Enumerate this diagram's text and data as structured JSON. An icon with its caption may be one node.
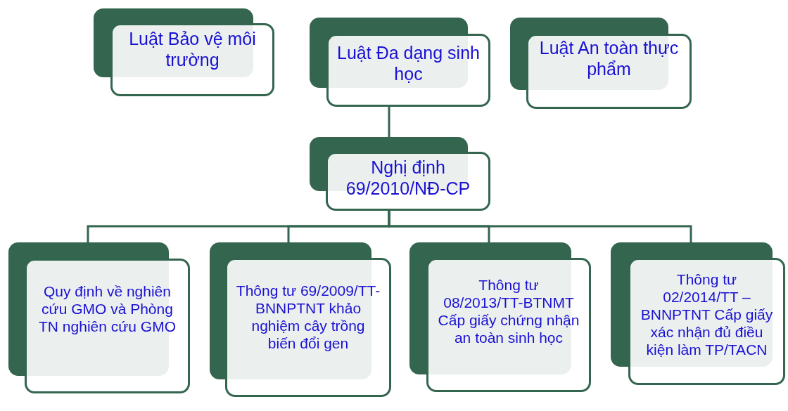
{
  "diagram": {
    "nodes": [
      {
        "text": [
          "Luật Bảo vệ môi trường"
        ]
      },
      {
        "text": [
          "Luật Đa dạng sinh học"
        ]
      },
      {
        "text": [
          "Luật An toàn thực phẩm"
        ]
      },
      {
        "text": [
          "Nghị định 69/2010/NĐ-CP"
        ]
      },
      {
        "text": [
          "Quy định về nghiên cứu GMO và Phòng TN nghiên cứu GMO"
        ]
      },
      {
        "text": [
          "Thông tư 69/2009/TT-BNNPTNT khảo nghiệm cây trồng biến đổi gen"
        ]
      },
      {
        "text": [
          "Thông tư 08/2013/TT-BTNMT Cấp giấy chứng nhận an toàn sinh học"
        ]
      },
      {
        "text": [
          "Thông tư 02/2014/TT – BNNPTNT Cấp giấy xác nhận đủ điều kiện làm TP/TACN"
        ]
      }
    ],
    "edges": [
      {
        "from": 1,
        "to": 3,
        "arrow": "none"
      },
      {
        "from": 3,
        "to": 4,
        "arrow": "none"
      },
      {
        "from": 3,
        "to": 5,
        "arrow": "none"
      },
      {
        "from": 3,
        "to": 6,
        "arrow": "none"
      },
      {
        "from": 3,
        "to": 7,
        "arrow": "none"
      }
    ]
  }
}
